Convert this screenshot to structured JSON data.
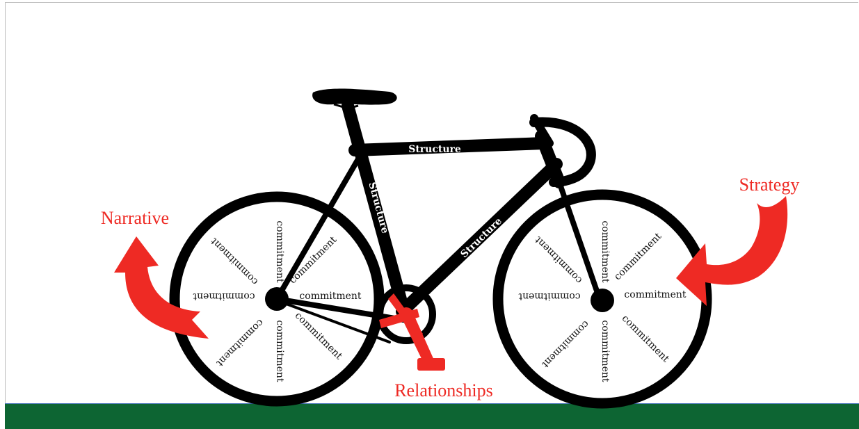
{
  "labels": {
    "narrative": "Narrative",
    "strategy": "Strategy",
    "relationships": "Relationships"
  },
  "frame_labels": {
    "top_tube": "Structure",
    "seat_tube": "Structure",
    "down_tube": "Structure"
  },
  "spokes": {
    "rear": [
      "commitment",
      "commitment",
      "commitment",
      "commitment",
      "commitment",
      "commitment",
      "commitment",
      "commitment"
    ],
    "front": [
      "commitment",
      "commitment",
      "commitment",
      "commitment",
      "commitment",
      "commitment",
      "commitment",
      "commitment"
    ]
  },
  "colors": {
    "accent_red": "#ee2a24",
    "ground_green": "#0d6533",
    "bike_black": "#000000"
  }
}
